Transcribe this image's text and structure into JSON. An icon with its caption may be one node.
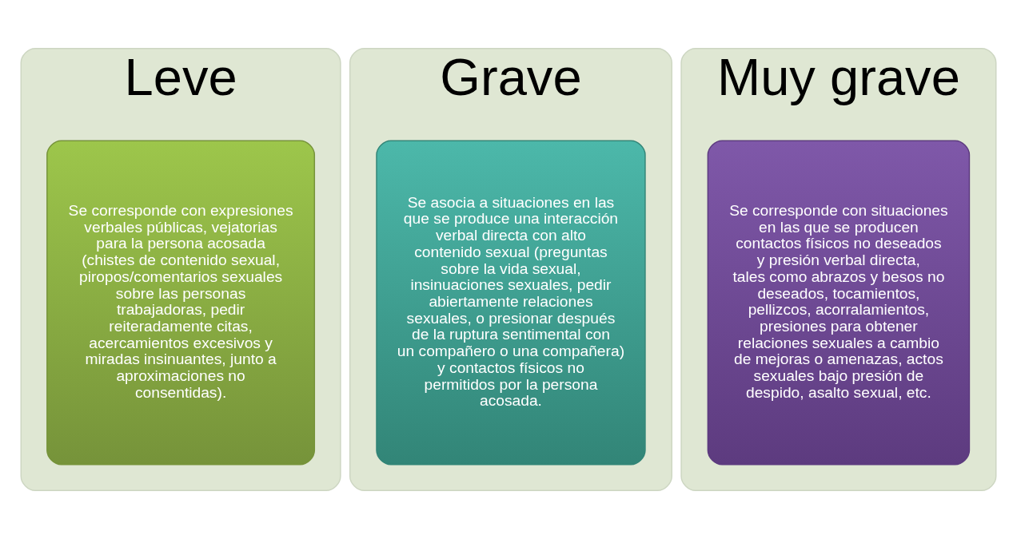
{
  "diagram": {
    "nodes": [
      {
        "text": [
          "Leve"
        ]
      },
      {
        "text": [
          "Se corresponde con expresiones verbales públicas, vejatorias para la persona acosada (chistes de contenido sexual, piropos/comentarios sexuales sobre las personas trabajadoras, pedir reiteradamente citas, acercamientos excesivos y miradas insinuantes, junto a aproximaciones no consentidas)."
        ],
        "in": 0
      },
      {
        "text": [
          "Grave"
        ]
      },
      {
        "text": [
          "Se asocia a situaciones en las que se produce una interacción verbal directa con alto contenido sexual (preguntas sobre la vida sexual, insinuaciones sexuales, pedir abiertamente relaciones sexuales, o presionar después de la ruptura sentimental con un compañero o una compañera) y contactos físicos no permitidos por la persona acosada."
        ],
        "in": 2
      },
      {
        "text": [
          "Muy grave"
        ]
      },
      {
        "text": [
          "Se corresponde con situaciones en las que se producen contactos físicos no deseados y presión verbal directa, tales como abrazos y besos no deseados, tocamientos, pellizcos, acorralamientos, presiones para obtener relaciones sexuales a cambio de mejoras o amenazas, actos sexuales bajo presión de despido, asalto sexual, etc."
        ],
        "in": 4
      }
    ]
  }
}
